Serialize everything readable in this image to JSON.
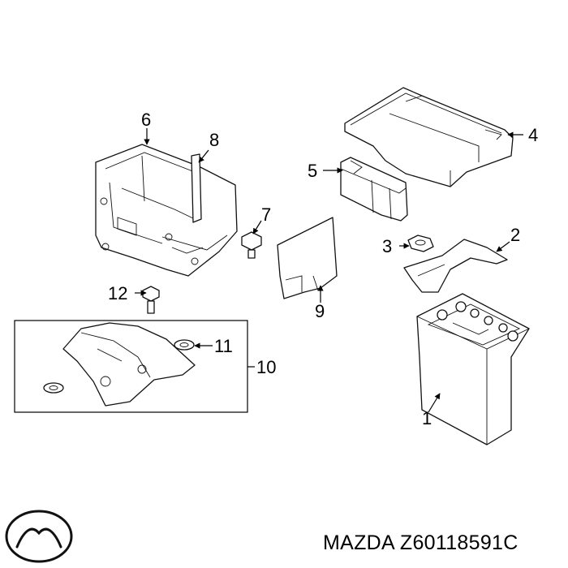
{
  "callouts": {
    "c1": "1",
    "c2": "2",
    "c3": "3",
    "c4": "4",
    "c5": "5",
    "c6": "6",
    "c7": "7",
    "c8": "8",
    "c9": "9",
    "c10": "10",
    "c11": "11",
    "c12": "12"
  },
  "footer": {
    "brand": "MAZDA",
    "part_number": "Z60118591C",
    "logo_icon": "mazda-logo-icon"
  }
}
